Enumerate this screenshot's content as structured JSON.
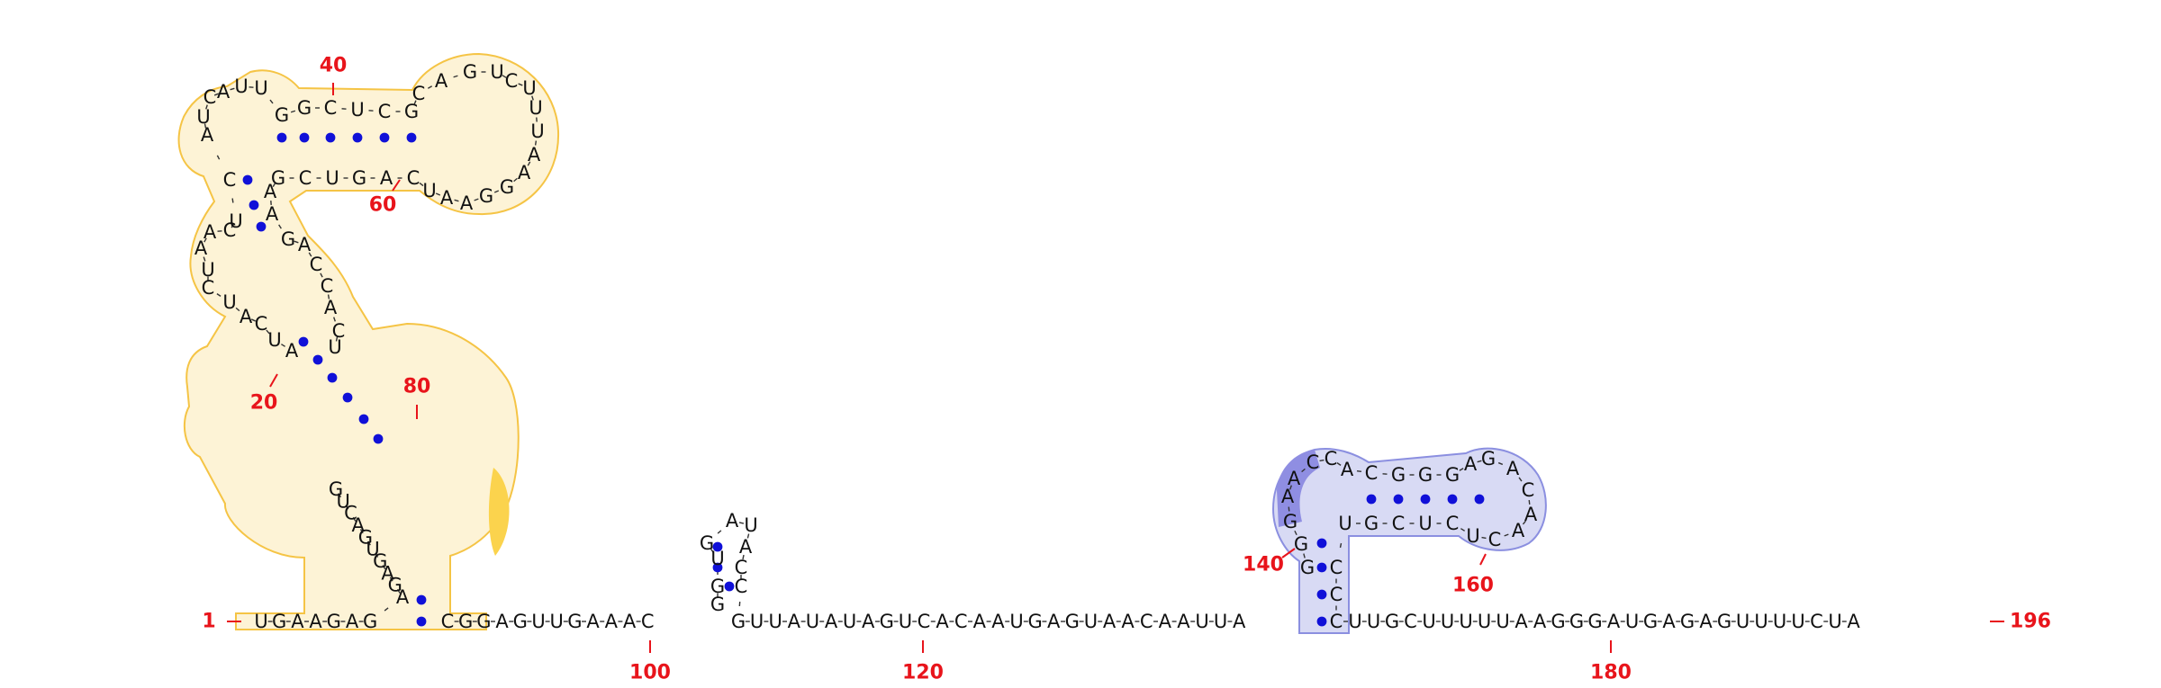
{
  "diagram": {
    "sequence_length": "196",
    "position_labels": [
      "1",
      "20",
      "40",
      "60",
      "80",
      "100",
      "120",
      "140",
      "160",
      "180",
      "196"
    ],
    "colors": {
      "number": "#e8141b",
      "pair_dot": "#1010d8",
      "region_yellow_fill": "#fdf3d6",
      "region_yellow_stroke": "#f5c445",
      "region_yellow_accent": "#fbd34d",
      "region_blue_fill": "#d8daf4",
      "region_blue_stroke": "#8b8fe0",
      "region_blue_accent": "#8f8ee2",
      "backbone_dash": "#333333"
    },
    "segments": [
      {
        "id": "5-prime-tail",
        "nucleotides": [
          "U",
          "G",
          "A",
          "A",
          "G",
          "A",
          "G"
        ]
      },
      {
        "id": "hairpin-1-left",
        "nucleotides": [
          "A",
          "G",
          "A",
          "G",
          "U",
          "G",
          "A",
          "C",
          "U",
          "G",
          "A",
          "U",
          "C",
          "A",
          "U",
          "C",
          "U",
          "A",
          "A",
          "C",
          "U",
          "C"
        ]
      },
      {
        "id": "hairpin-1-apex",
        "nucleotides": [
          "A",
          "U",
          "C",
          "A",
          "U",
          "U",
          "G",
          "G",
          "C",
          "U",
          "C",
          "G",
          "C",
          "A",
          "G"
        ]
      },
      {
        "id": "hairpin-1-right",
        "nucleotides": [
          "U",
          "C",
          "U",
          "U",
          "U",
          "A",
          "A",
          "G",
          "G",
          "A",
          "A",
          "U",
          "C",
          "A",
          "G",
          "U",
          "C",
          "G",
          "A",
          "A",
          "G",
          "A",
          "C",
          "C",
          "A",
          "C",
          "U"
        ]
      },
      {
        "id": "linker-1",
        "nucleotides": [
          "C",
          "G",
          "G",
          "A",
          "G",
          "U",
          "U",
          "G",
          "A",
          "A",
          "A",
          "C"
        ]
      },
      {
        "id": "hairpin-2",
        "nucleotides": [
          "G",
          "G",
          "U",
          "G",
          "A",
          "U",
          "A",
          "C",
          "C"
        ]
      },
      {
        "id": "linker-2",
        "nucleotides": [
          "G",
          "U",
          "U",
          "A",
          "U",
          "A",
          "U",
          "A",
          "G",
          "U",
          "C",
          "A",
          "C",
          "A",
          "A",
          "U",
          "G",
          "A",
          "G",
          "U",
          "A",
          "A",
          "C",
          "A",
          "A",
          "U",
          "U",
          "A"
        ]
      },
      {
        "id": "hairpin-3",
        "nucleotides": [
          "G",
          "G",
          "G",
          "A",
          "A",
          "C",
          "C",
          "A",
          "C",
          "G",
          "G",
          "G",
          "A",
          "G",
          "A",
          "C",
          "A",
          "A",
          "C",
          "U",
          "C",
          "U",
          "C",
          "G",
          "U",
          "C",
          "C",
          "C"
        ]
      },
      {
        "id": "3-prime-tail",
        "nucleotides": [
          "U",
          "U",
          "G",
          "C",
          "U",
          "U",
          "U",
          "U",
          "U",
          "A",
          "A",
          "G",
          "G",
          "G",
          "A",
          "U",
          "G",
          "A",
          "G",
          "A",
          "G",
          "U",
          "U",
          "U",
          "U",
          "C",
          "U",
          "A"
        ]
      }
    ]
  }
}
